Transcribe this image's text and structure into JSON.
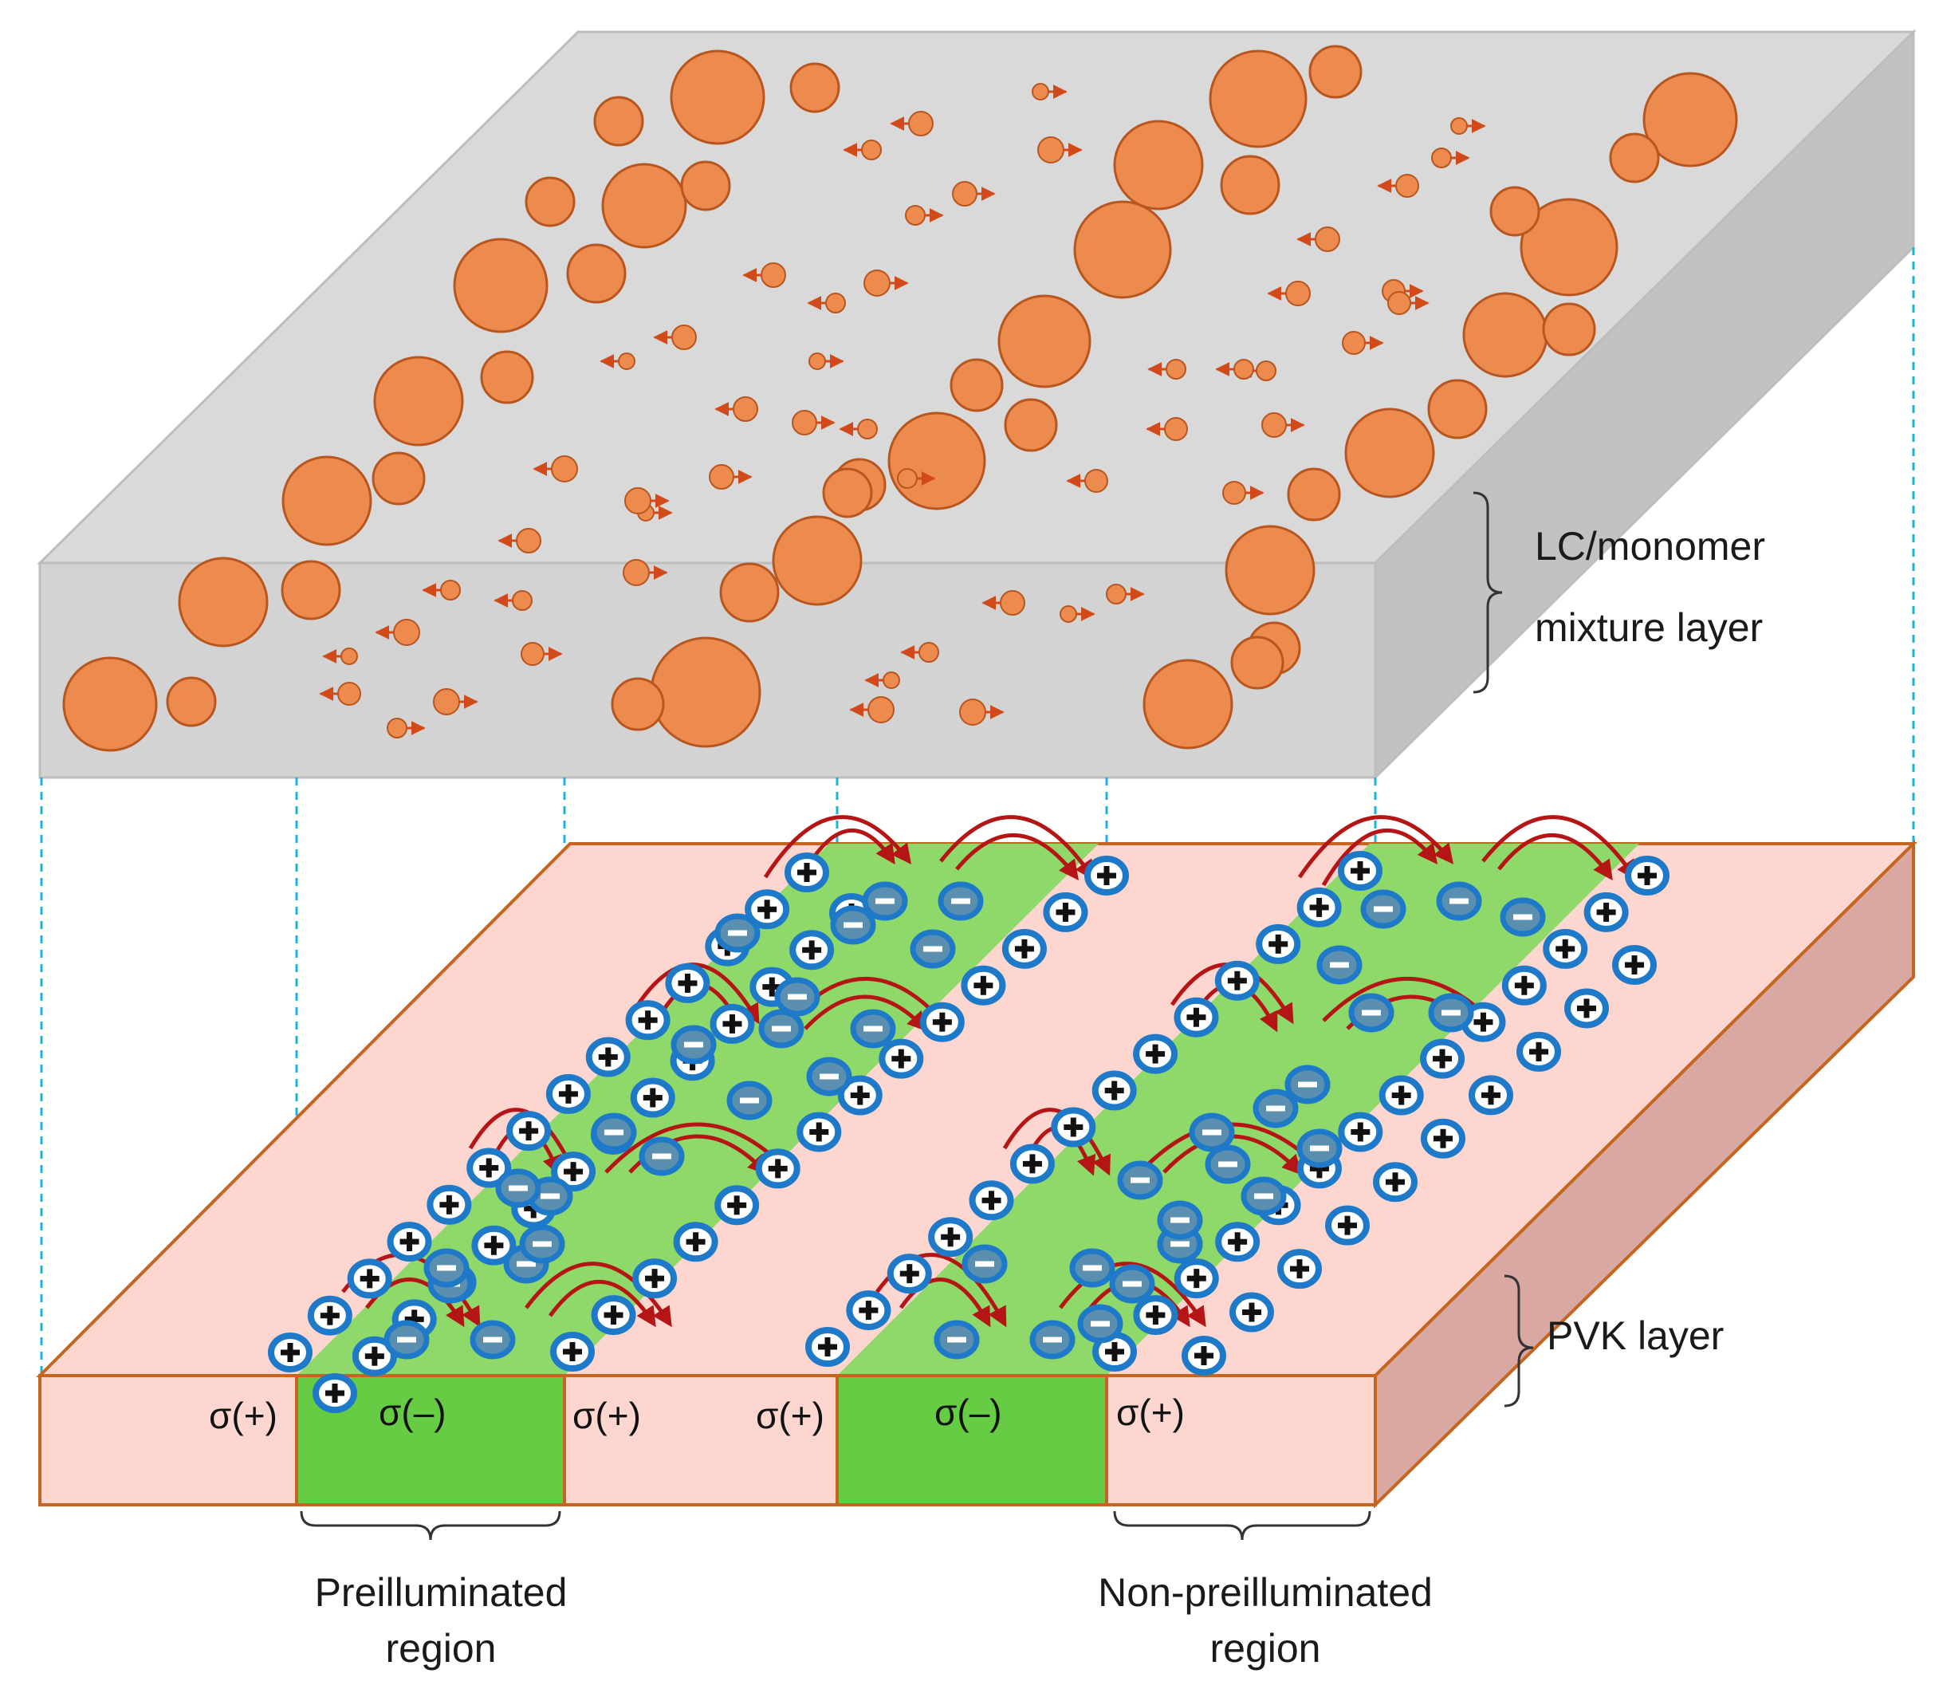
{
  "labels": {
    "lc_layer_line1": "LC/monomer",
    "lc_layer_line2": "mixture layer",
    "pvk_layer": "PVK layer",
    "preilluminated_line1": "Preilluminated",
    "preilluminated_line2": "region",
    "non_preilluminated_line1": "Non-preilluminated",
    "non_preilluminated_line2": "region"
  },
  "sigma_labels": [
    "σ(+)",
    "σ(–)",
    "σ(+)",
    "σ(+)",
    "σ(–)",
    "σ(+)"
  ],
  "colors": {
    "slab_top": "#d9d9d9",
    "slab_front": "#d3d3d3",
    "slab_side": "#c2c2c2",
    "droplet": "#ed8a4e",
    "droplet_edge": "#b7561f",
    "pvk_top": "#fdd6d0",
    "pvk_side": "#d9a8a2",
    "pvk_edge": "#c5651f",
    "green_strip": "#8fd96a",
    "green_front": "#66cc44",
    "charge_ring": "#1e7ac8",
    "arrow": "#b51515",
    "dashed_line": "#1ab3e0"
  },
  "icons": [
    "plus-charge-icon",
    "minus-charge-icon",
    "drift-arrow-icon",
    "brace-icon"
  ]
}
